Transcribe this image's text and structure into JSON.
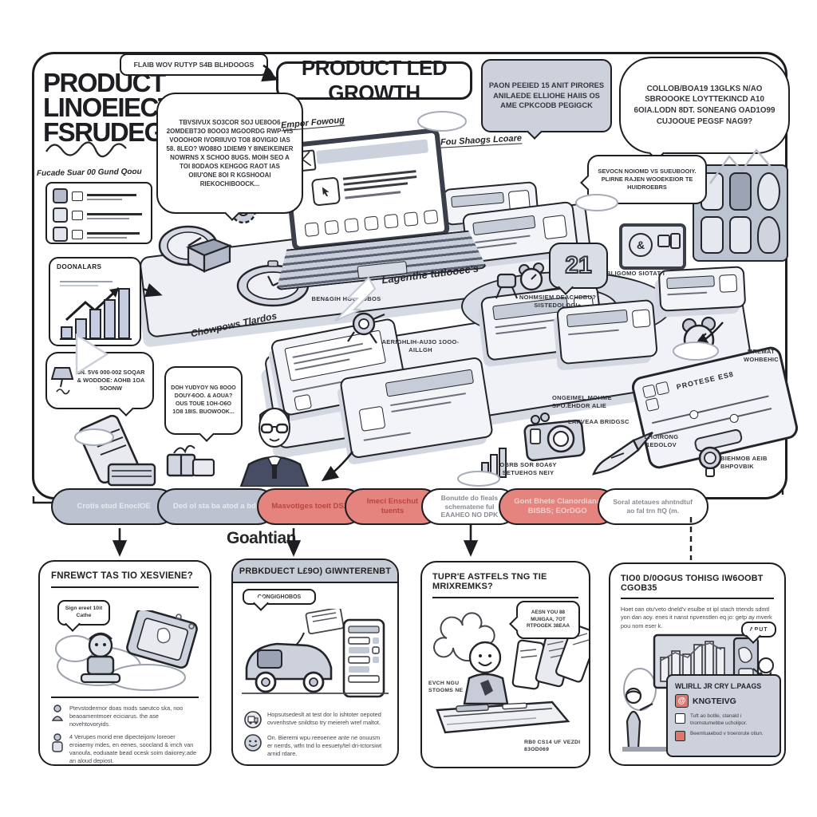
{
  "colors": {
    "seg-gray": "#bcc2cf",
    "seg-red": "#e5847e",
    "panel-gray": "#c6ccd6",
    "accent-orange": "#e0756c",
    "device-gray": "#c9cfdc",
    "ink": "#1d1d22"
  },
  "scene": {
    "side_title": {
      "l1": "PRODUCT",
      "l2": "LINOEIECT-",
      "l3": "FSRUDEGK"
    },
    "top_note": "FLAIB WOV RUTYP S4B BLHDOOGS",
    "main_title": "PRODUCT LED GROWTH",
    "bubbles": {
      "left": "TBVSIVUX SO3COR SOJ UE8OO6 2OMDEBT3O 8OOO3 MGOORDG RWP VIS VOOOHOR IVORIIUVO TO8 8OVIGIO IAS 58. 8LEO? WO88O 1DIEM9 Y 8INEIKEINER NOWRNS X SCHOO 8UGS. MOIH SEO A TOI 8ODAOS KEHGOG RAOT IAS OIIU'ONE 8OI R KGSHOOAI RIEKOCHIBOOCK...",
      "mid_gray": "PAON PEEIED 15 ANIT PIRORES ANILAEDE ELLIOHE HAIIS OS AME CPKCODB PEGIGCK",
      "right": "COLLOB/BOA19 13GLKS N/AO SBROOOKE LOYTTEKINCD A10 6OIA.LODN 8DT. SONEANG OAD1O99 CUJOOUE PEGSF NAG9?",
      "small": "SEVOCN NOIOMD VS SUEUBOOIY. PLIRNE RAJEN WOOEKEIOR TE HUIDROEBRS",
      "man": "DOH YUDYOY NG 8OOO DOUY-6OO. & AOUA? OUS TOUE 1OH-O6O 1O8 18IS. BUOWOOK...",
      "lamp": "3N. 5V6 000-002 SOQAR & WODDOE: AOHB 1OA 5OONW",
      "count": "21"
    },
    "hand_labels": {
      "laptop": "Empor Fowoug",
      "foci": "Fou Shaogs Lcoare",
      "machines": "Lagenthe tutlooec's",
      "conveyor": "Chowpows Tlardos"
    },
    "print_labels": {
      "bengih": "BEN&GIH HOOMOBOS",
      "aerighl": "AERIGHLIH-AU3O 1OOO-AILLGH",
      "nohmsiem": "NOHMSIEM DEACHDBU? SISTEDOLOGI+",
      "loan": "LOAN DEBLIGOMO SIOTAT I SP",
      "mremat": "MREMAT WOHBEHIC",
      "lhoirong": "LHOIRONG 1EDOLOV",
      "biehmob": "BIEHMOB AEIB BHPOVBIK",
      "ongeimel": "ONGEIMEL MOHME SPO.EHDOR ALIE",
      "lapveaa": "LAPVEAA BRIDGSC",
      "obrb": "OBRB SOR 8OA6Y SETUEHOS NEIY"
    },
    "list_card": {
      "header": "Fucade Suar 00 Gund Qoou"
    },
    "chart_card": {
      "title": "DOONALARS",
      "bars": [
        14,
        24,
        36,
        48,
        62
      ]
    },
    "tablet_text": "PROTESE ES8"
  },
  "timeline": {
    "goal_label": "Goahtian",
    "segments": [
      {
        "text": "Crotis etud EnoclOE",
        "style": "gray"
      },
      {
        "text": "Ded ol sta ba atod a bds",
        "style": "gray"
      },
      {
        "text": "Masvotiges toeit DSX",
        "style": "red"
      },
      {
        "text": "Imeci Enschut tuents",
        "style": "red"
      },
      {
        "text": "Bonutde do fieals schematene ful EAAHEO NO DPK",
        "style": "white"
      },
      {
        "text": "Gont Bhete Clanordiana BISBS; EOrDGO",
        "style": "redlight"
      },
      {
        "text": "Soral atetaues ahntndtuf ao fal trn ftQ (m.",
        "style": "white"
      }
    ]
  },
  "panels": [
    {
      "title": "FNREWCT TAS TIO XESVIENE?",
      "bubble": "Sign ereet 10it Cathe",
      "bullets": [
        {
          "text": "Ptevstodermor doas mods saeutco ska, noo beaoamentmoer eciciarus. the ase novehtovoryids."
        },
        {
          "text": "4 Verupes morid ene dipecteijonv loreoer eroiaemy mdes, en eenes, soocland & imch van vanoufa, eoduaate bead ocesk soim daiiorey;ade an aloud depiost."
        }
      ]
    },
    {
      "title": "PRBKDUECT L£9O) GIWNTERENBT",
      "bubble": "OONGIGHOBOS",
      "bullets": [
        {
          "text": "Hopsutsedeslt at test dor lo ishtoter oepoted ovverihstve snildtso try meiereh wref maltot."
        },
        {
          "text": "On. Bieremi wpu reeoenee ante ne onuusm er nerrds, wtfn tnd lo eesuety/tel dri-tctorsiwt arnid rdare."
        }
      ]
    },
    {
      "title": "TUPR'E ASTFELS TNG TIE MRIXREMKS?",
      "bubble": "AESN YOU 88 MUIIGAA, 7OT RTPOGEK 38EAA",
      "side_label": "EVCH NGU STOOMS NE",
      "caption": "RB0 CS14 UF VEZDI 83OD069"
    },
    {
      "title": "TIO0 D/0OGUS TOHISG IW6OOBT CGOB35",
      "paragraph": "Hoet oan otu'veto dneld'v esulbe ot ipl stach trtends sdmtl yon dan aoy. enes it nanst npvenstlen eq jo: getp ay mverk pou nom eser k.",
      "bubble": "APUT",
      "card": {
        "title": "WLIRLL JR CRY L.PAAGS",
        "brand": "KNGTEIVG",
        "lines": [
          "Tuft ao botlle, stanald i tnomstumebbe ucholipor.",
          "Beemtuaebod v troerorute otiun."
        ]
      }
    }
  ]
}
